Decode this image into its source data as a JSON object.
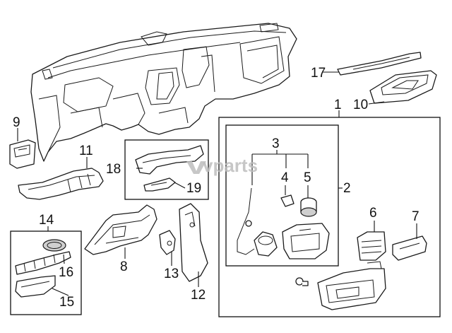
{
  "watermark": {
    "text": "vparts"
  },
  "callouts": [
    {
      "id": "1",
      "label": "1"
    },
    {
      "id": "2",
      "label": "2"
    },
    {
      "id": "3",
      "label": "3"
    },
    {
      "id": "4",
      "label": "4"
    },
    {
      "id": "5",
      "label": "5"
    },
    {
      "id": "6",
      "label": "6"
    },
    {
      "id": "7",
      "label": "7"
    },
    {
      "id": "8",
      "label": "8"
    },
    {
      "id": "9",
      "label": "9"
    },
    {
      "id": "10",
      "label": "10"
    },
    {
      "id": "11",
      "label": "11"
    },
    {
      "id": "12",
      "label": "12"
    },
    {
      "id": "13",
      "label": "13"
    },
    {
      "id": "14",
      "label": "14"
    },
    {
      "id": "15",
      "label": "15"
    },
    {
      "id": "16",
      "label": "16"
    },
    {
      "id": "17",
      "label": "17"
    },
    {
      "id": "18",
      "label": "18"
    },
    {
      "id": "19",
      "label": "19"
    }
  ]
}
